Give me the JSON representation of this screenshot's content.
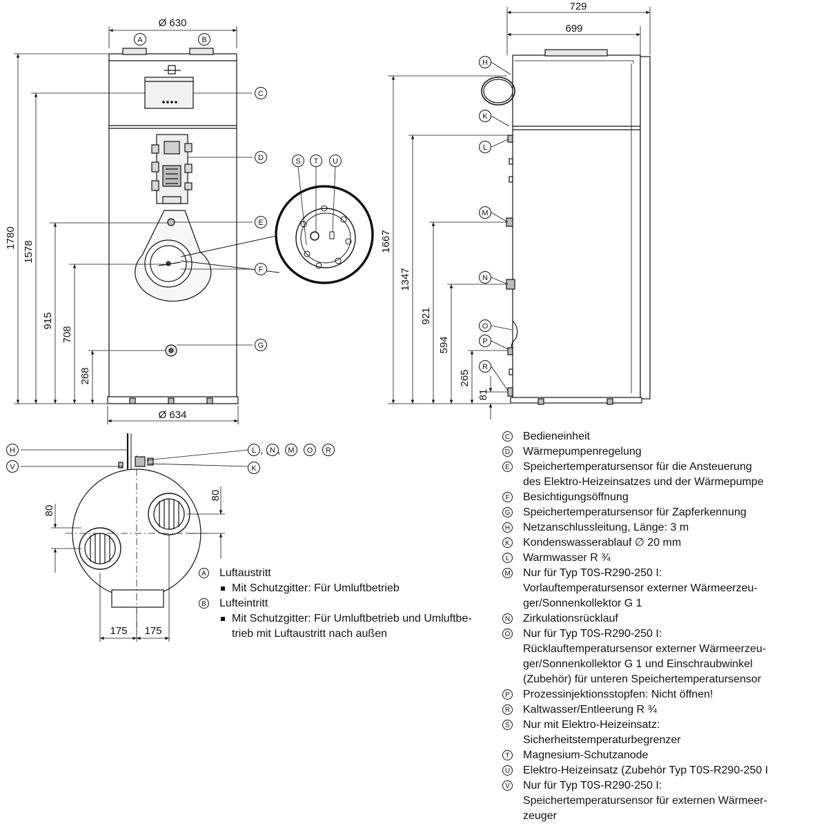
{
  "dimensions": {
    "front_top_width": "Ø 630",
    "front_bottom_width": "Ø 634",
    "side_outer_width": "729",
    "side_inner_width": "699",
    "front_heights": [
      "1780",
      "1578",
      "915",
      "708",
      "268"
    ],
    "side_heights": [
      "1667",
      "1347",
      "921",
      "594",
      "265",
      "81"
    ],
    "top_view_offset_left": "80",
    "top_view_offset_right": "80",
    "top_view_x_left": "175",
    "top_view_x_right": "175"
  },
  "callouts": {
    "A": "A",
    "B": "B",
    "C": "C",
    "D": "D",
    "E": "E",
    "F": "F",
    "G": "G",
    "H": "H",
    "K": "K",
    "L": "L",
    "M": "M",
    "N": "N",
    "O": "O",
    "P": "P",
    "R": "R",
    "S": "S",
    "T": "T",
    "U": "U",
    "V": "V"
  },
  "top_view_group_label": ",   ,   ,   ,",
  "legend_left": [
    {
      "key": "A",
      "lines": [
        "Luftaustritt"
      ]
    },
    {
      "bullet": true,
      "lines": [
        "Mit Schutzgitter: Für Umluftbetrieb"
      ]
    },
    {
      "key": "B",
      "lines": [
        "Lufteintritt"
      ]
    },
    {
      "bullet": true,
      "lines": [
        "Mit Schutzgitter: Für Umluftbetrieb und Umluftbe-",
        "trieb mit Luftaustritt nach außen"
      ]
    }
  ],
  "legend_right": [
    {
      "key": "C",
      "lines": [
        "Bedieneinheit"
      ]
    },
    {
      "key": "D",
      "lines": [
        "Wärmepumpenregelung"
      ]
    },
    {
      "key": "E",
      "lines": [
        "Speichertemperatursensor für die Ansteuerung",
        "des Elektro-Heizeinsatzes und der Wärmepumpe"
      ]
    },
    {
      "key": "F",
      "lines": [
        "Besichtigungsöffnung"
      ]
    },
    {
      "key": "G",
      "lines": [
        "Speichertemperatursensor für Zapferkennung"
      ]
    },
    {
      "key": "H",
      "lines": [
        "Netzanschlussleitung, Länge: 3 m"
      ]
    },
    {
      "key": "K",
      "lines": [
        "Kondenswasserablauf ∅ 20 mm"
      ]
    },
    {
      "key": "L",
      "lines": [
        "Warmwasser R ¾"
      ]
    },
    {
      "key": "M",
      "lines": [
        "Nur für Typ T0S-R290-250 I:",
        "Vorlauftemperatursensor externer Wärmeerzeu-",
        "ger/Sonnenkollektor G 1"
      ]
    },
    {
      "key": "N",
      "lines": [
        "Zirkulationsrücklauf"
      ]
    },
    {
      "key": "O",
      "lines": [
        "Nur für Typ T0S-R290-250 I:",
        "Rücklauftemperatursensor externer Wärmeerzeu-",
        "ger/Sonnenkollektor G 1 und Einschraubwinkel",
        "(Zubehör) für unteren Speichertemperatursensor"
      ]
    },
    {
      "key": "P",
      "lines": [
        "Prozessinjektionsstopfen: Nicht öffnen!"
      ]
    },
    {
      "key": "R",
      "lines": [
        "Kaltwasser/Entleerung R ¾"
      ]
    },
    {
      "key": "S",
      "lines": [
        "Nur mit Elektro-Heizeinsatz:",
        "Sicherheitstemperaturbegrenzer"
      ]
    },
    {
      "key": "T",
      "lines": [
        "Magnesium-Schutzanode"
      ]
    },
    {
      "key": "U",
      "lines": [
        "Elektro-Heizeinsatz (Zubehör Typ T0S-R290-250 I"
      ]
    },
    {
      "key": "V",
      "lines": [
        "Nur für Typ T0S-R290-250 I:",
        "Speichertemperatursensor für externen Wärmeer-",
        "zeuger"
      ]
    }
  ]
}
